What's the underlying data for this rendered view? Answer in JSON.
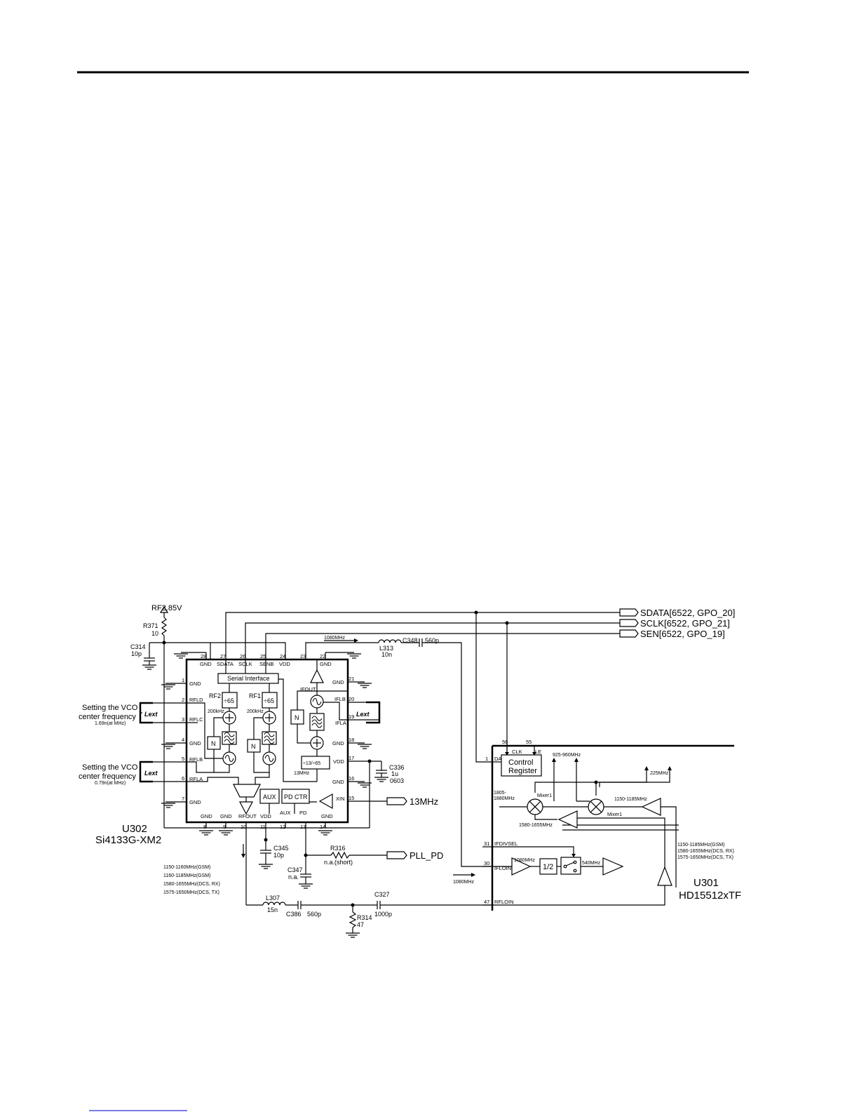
{
  "chip_u302": {
    "designator": "U302",
    "part": "Si4133G-XM2",
    "top_pins": [
      {
        "num": "28",
        "name": "GND"
      },
      {
        "num": "27",
        "name": "SDATA"
      },
      {
        "num": "26",
        "name": "SCLK"
      },
      {
        "num": "25",
        "name": "SENB"
      },
      {
        "num": "24",
        "name": "VDD"
      },
      {
        "num": "23",
        "name": "IFOUT"
      },
      {
        "num": "22",
        "name": "GND"
      }
    ],
    "left_pins": [
      {
        "num": "1",
        "name": "GND"
      },
      {
        "num": "2",
        "name": "RFLD"
      },
      {
        "num": "3",
        "name": "RFLC"
      },
      {
        "num": "4",
        "name": "GND"
      },
      {
        "num": "5",
        "name": "RFLB"
      },
      {
        "num": "6",
        "name": "RFLA"
      },
      {
        "num": "7",
        "name": "GND"
      }
    ],
    "right_pins": [
      {
        "num": "21",
        "name": "GND"
      },
      {
        "num": "20",
        "name": "IFLB"
      },
      {
        "num": "19",
        "name": "IFLA"
      },
      {
        "num": "18",
        "name": "GND"
      },
      {
        "num": "17",
        "name": "VDD"
      },
      {
        "num": "16",
        "name": "GND"
      },
      {
        "num": "15",
        "name": "XIN"
      }
    ],
    "bottom_pins": [
      {
        "num": "8",
        "name": "GND"
      },
      {
        "num": "9",
        "name": "GND"
      },
      {
        "num": "10",
        "name": "RFOUT"
      },
      {
        "num": "11",
        "name": "VDD"
      },
      {
        "num": "12",
        "name": "AUX"
      },
      {
        "num": "13",
        "name": "PD"
      },
      {
        "num": "14",
        "name": "GND"
      }
    ],
    "blocks": {
      "serial_interface": "Serial Interface",
      "rf2": "RF2",
      "rf1": "RF1",
      "div_rf2": "÷65",
      "div_rf1": "÷65",
      "freq_rf2": "200kHz",
      "freq_rf1": "200kHz",
      "n_rf2": "N",
      "n_rf1": "N",
      "n_if": "N",
      "div_if": "÷13/÷65",
      "clk_13": "13MHz",
      "aux": "AUX",
      "pd_ctrl": "PD CTR"
    }
  },
  "power": {
    "rail": "RF2.85V",
    "r371": "R371",
    "r371_val": "10",
    "c314": "C314",
    "c314_val": "10p"
  },
  "vco_notes": [
    {
      "line1": "Setting the VCO",
      "line2": "center frequency",
      "line3": "1.69n(at MHz)"
    },
    {
      "line1": "Setting the VCO",
      "line2": "center frequency",
      "line3": "0.79n(at MHz)"
    }
  ],
  "lext_label": "Lext",
  "signals": {
    "sdata": "SDATA[6522, GPO_20]",
    "sclk": "SCLK[6522, GPO_21]",
    "sen": "SEN[6522, GPO_19]",
    "clk13": "13MHz",
    "pll_pd": "PLL_PD"
  },
  "components": {
    "if_freq": "1080MHz",
    "l313": "L313",
    "l313_val": "10n",
    "c348": "C348",
    "c348_val": "560p",
    "c336": "C336",
    "c336_val1": "1u",
    "c336_val2": "0603",
    "c345": "C345",
    "c345_val": "10p",
    "c347": "C347",
    "c347_val": "n.a.",
    "r316": "R316",
    "r316_val": "n.a.(short)",
    "l307": "L307",
    "l307_val": "15n",
    "c386": "C386",
    "c386_val": "560p",
    "r314": "R314",
    "r314_val": "47",
    "c327": "C327",
    "c327_val": "1000p"
  },
  "rf_freqs": [
    "1150-1160MHz(GSM)",
    "1160-1185MHz(GSM)",
    "1580-1655MHz(DCS, RX)",
    "1575-1650MHz(DCS, TX)"
  ],
  "chip_u301": {
    "designator": "U301",
    "part": "HD15512xTF",
    "pin56": "56",
    "pin55": "55",
    "clk": "CLK",
    "le": "LE",
    "pin1": "1",
    "data": "DATA",
    "control1": "Control",
    "control2": "Register",
    "f925": "925-960MHz",
    "f225": "225MHz",
    "f1805a": "1805-",
    "f1805b": "1880MHz",
    "mixer1a": "Mixer1",
    "mixer1b": "Mixer1",
    "f1150": "1150-1185MHz",
    "f1580": "1580-1655MHz",
    "rf_list": [
      "1150-1185MHz(GSM)",
      "1580-1655MHz(DCS, RX)",
      "1575-1650MHz(DCS, TX)"
    ],
    "pin31": "31",
    "ifdivsel": "IFDIVSEL",
    "pin30": "30",
    "ifloin": "IFLOIN",
    "f1080_in": "1080MHz",
    "f1080": "1080MHz",
    "half": "1/2",
    "f540": "540MHz",
    "pin47": "47",
    "rfloin": "RFLOIN"
  }
}
